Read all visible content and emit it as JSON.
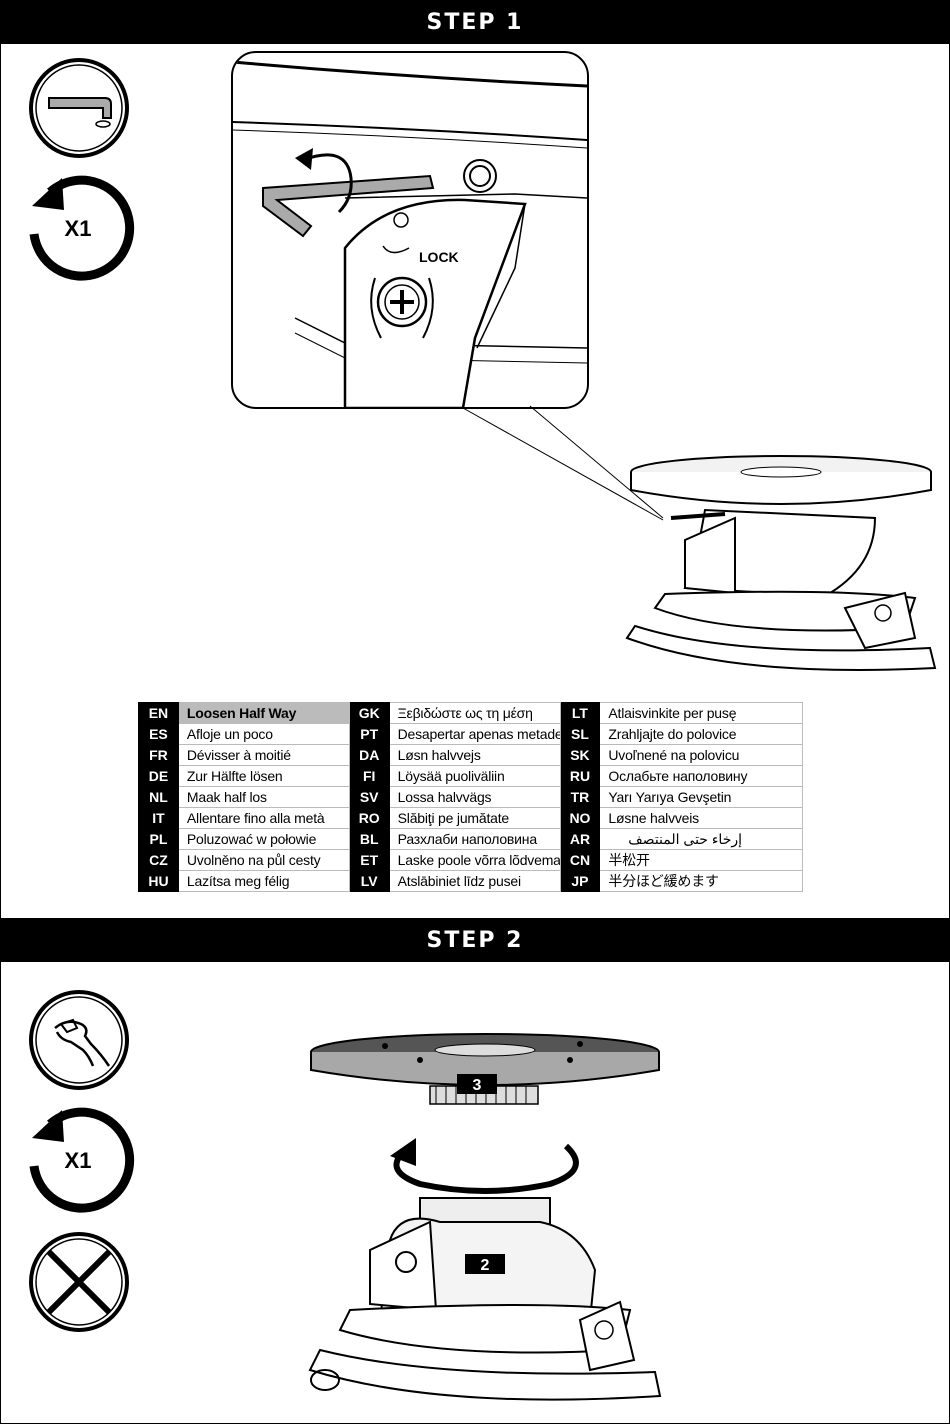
{
  "steps": [
    {
      "title": "STEP 1",
      "repeat_label": "X1",
      "tool_icon": "hex-key-icon",
      "direction_icon": "counter-clockwise-arrow-icon"
    },
    {
      "title": "STEP 2",
      "repeat_label": "X1",
      "tool_icon": "hand-icon",
      "direction_icon": "counter-clockwise-arrow-icon",
      "warning_icon": "no-tool-x-icon"
    }
  ],
  "detail_labels": {
    "lock": "LOCK"
  },
  "part_labels": {
    "top_plate": "3",
    "base": "2"
  },
  "translations": [
    {
      "code": "EN",
      "text": "Loosen Half Way",
      "highlight": true
    },
    {
      "code": "ES",
      "text": "Afloje un poco"
    },
    {
      "code": "FR",
      "text": "Dévisser à moitié"
    },
    {
      "code": "DE",
      "text": "Zur Hälfte lösen"
    },
    {
      "code": "NL",
      "text": "Maak half los"
    },
    {
      "code": "IT",
      "text": "Allentare fino alla metà"
    },
    {
      "code": "PL",
      "text": "Poluzować w połowie"
    },
    {
      "code": "CZ",
      "text": "Uvolněno na půl cesty"
    },
    {
      "code": "HU",
      "text": "Lazítsa meg félig"
    },
    {
      "code": "GK",
      "text": "Ξεβιδώστε ως τη μέση"
    },
    {
      "code": "PT",
      "text": "Desapertar apenas metade"
    },
    {
      "code": "DA",
      "text": "Løsn halvvejs"
    },
    {
      "code": "FI",
      "text": "Löysää puoliväliin"
    },
    {
      "code": "SV",
      "text": "Lossa halvvägs"
    },
    {
      "code": "RO",
      "text": "Slăbiţi pe jumătate"
    },
    {
      "code": "BL",
      "text": "Разхлаби наполовина"
    },
    {
      "code": "ET",
      "text": "Laske poole võrra lõdvemaks."
    },
    {
      "code": "LV",
      "text": "Atslābiniet līdz pusei"
    },
    {
      "code": "LT",
      "text": "Atlaisvinkite per pusę"
    },
    {
      "code": "SL",
      "text": "Zrahljajte do polovice"
    },
    {
      "code": "SK",
      "text": "Uvoľnené na polovicu"
    },
    {
      "code": "RU",
      "text": "Ослабьте наполовину"
    },
    {
      "code": "TR",
      "text": "Yarı Yarıya Gevşetin"
    },
    {
      "code": "NO",
      "text": "Løsne halvveis"
    },
    {
      "code": "AR",
      "text": "إرخاء حتى المنتصف"
    },
    {
      "code": "CN",
      "text": "半松开"
    },
    {
      "code": "JP",
      "text": "半分ほど緩めます"
    }
  ]
}
